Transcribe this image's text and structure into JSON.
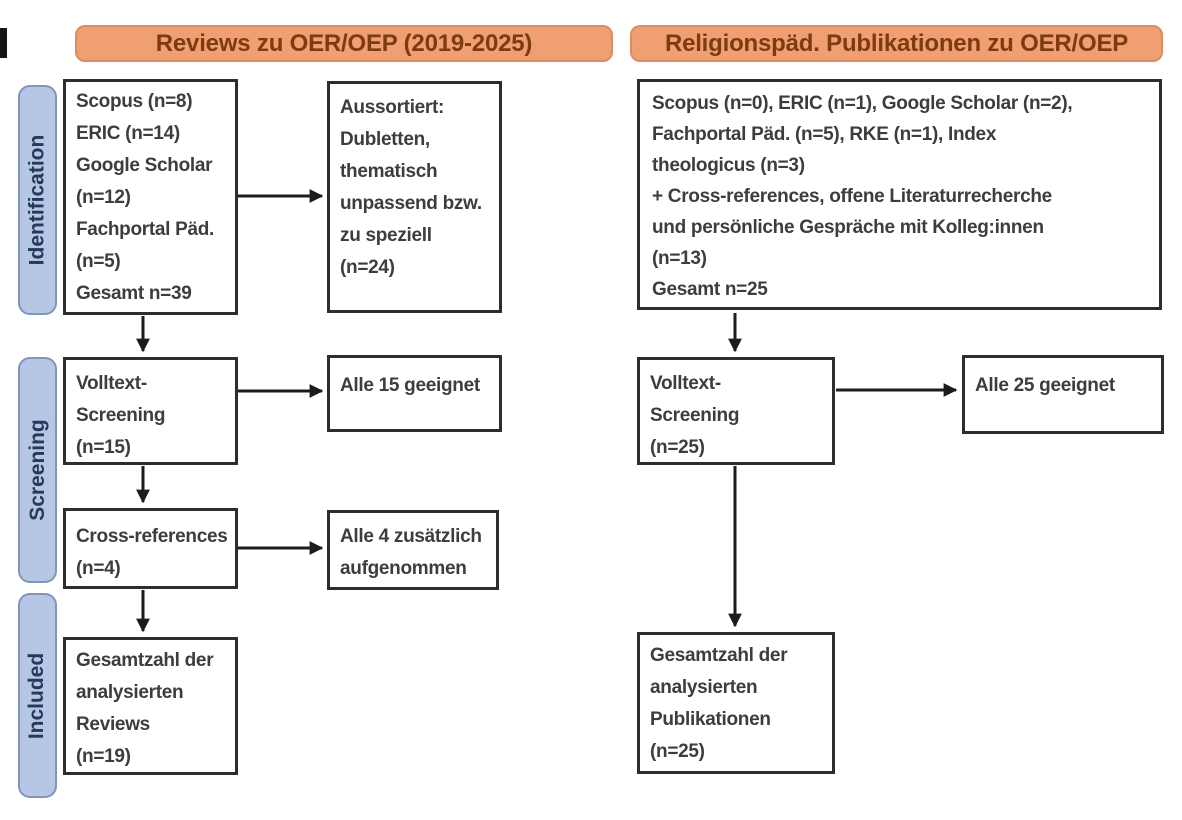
{
  "headers": {
    "left": "Reviews zu OER/OEP (2019-2025)",
    "right": "Religionspäd. Publikationen zu OER/OEP"
  },
  "stages": [
    "Identification",
    "Screening",
    "Included"
  ],
  "boxes": {
    "id_left": {
      "lines": [
        "Scopus (n=8)",
        "ERIC (n=14)",
        "Google Scholar",
        "(n=12)",
        "Fachportal Päd.",
        "(n=5)",
        "Gesamt n=39"
      ]
    },
    "aussortiert": {
      "lines": [
        "Aussortiert:",
        "Dubletten,",
        "thematisch",
        "unpassend bzw.",
        "zu speziell",
        "(n=24)"
      ]
    },
    "id_right": {
      "lines": [
        "Scopus (n=0), ERIC (n=1), Google Scholar (n=2),",
        "Fachportal Päd. (n=5), RKE (n=1), Index",
        "theologicus (n=3)",
        "+ Cross-references, offene Literaturrecherche",
        "und persönliche Gespräche mit Kolleg:innen",
        "(n=13)",
        "Gesamt n=25"
      ]
    },
    "volltext_left": {
      "lines": [
        "Volltext-",
        "Screening",
        "(n=15)"
      ]
    },
    "alle15": {
      "lines": [
        "Alle 15 geeignet"
      ]
    },
    "crossref": {
      "lines": [
        "Cross-references",
        "(n=4)"
      ]
    },
    "alle4": {
      "lines": [
        "Alle 4 zusätzlich",
        "aufgenommen"
      ]
    },
    "gesamt_left": {
      "lines": [
        "Gesamtzahl der",
        "analysierten",
        "Reviews",
        "(n=19)"
      ]
    },
    "volltext_right": {
      "lines": [
        "Volltext-",
        "Screening",
        "(n=25)"
      ]
    },
    "alle25": {
      "lines": [
        "Alle 25 geeignet"
      ]
    },
    "gesamt_right": {
      "lines": [
        "Gesamtzahl der",
        "analysierten",
        "Publikationen",
        "(n=25)"
      ]
    }
  },
  "colors": {
    "header_fill": "#EF9F72",
    "header_border": "#DE8B5F",
    "header_text": "#7E3B12",
    "stage_fill": "#B5C7E4",
    "stage_border": "#8095BB",
    "stage_text": "#25395C",
    "box_border": "#2D2D2D",
    "box_text": "#3D3D3D",
    "arrow": "#1C1C1C"
  }
}
